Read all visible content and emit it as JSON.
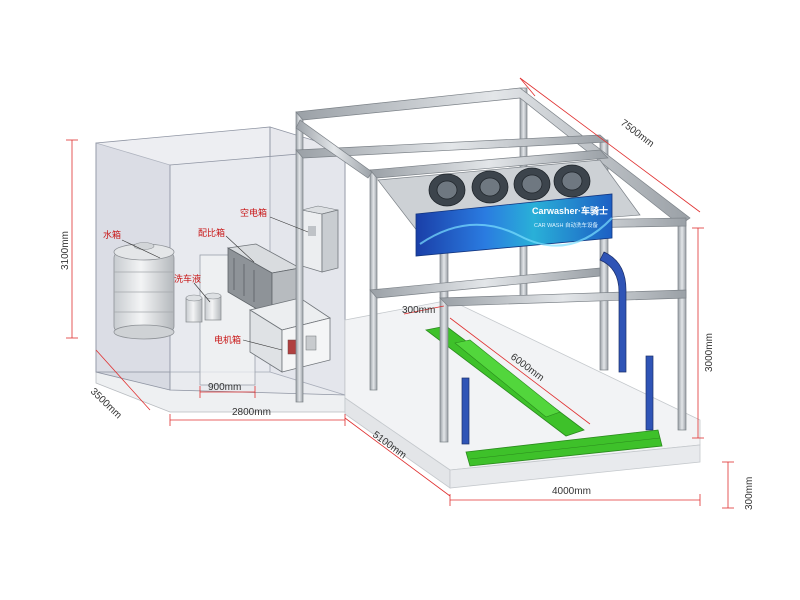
{
  "dimensions": {
    "room_height": "3100mm",
    "room_depth": "3500mm",
    "room_width": "2800mm",
    "door_width": "900mm",
    "bay_length": "7500mm",
    "frame_height": "3000mm",
    "track_length": "6000mm",
    "track_width": "300mm",
    "base_length": "5100mm",
    "base_width": "4000mm",
    "base_height": "300mm"
  },
  "labels": {
    "water_tank": "水箱",
    "air_control_box": "空电箱",
    "mixing_box": "配比箱",
    "car_wash_liquid": "洗车液",
    "motor_box": "电机箱"
  },
  "banner": {
    "brand": "Carwasher·车骑士",
    "subtitle": "CAR WASH  自动洗车设备"
  },
  "colors": {
    "dimension_line": "#e03030",
    "label_text": "#c81414",
    "frame_steel": "#b9bec4",
    "track_green": "#3ec12a",
    "brush_blue": "#2f54b6",
    "banner_blue": "#1d5fc4"
  }
}
